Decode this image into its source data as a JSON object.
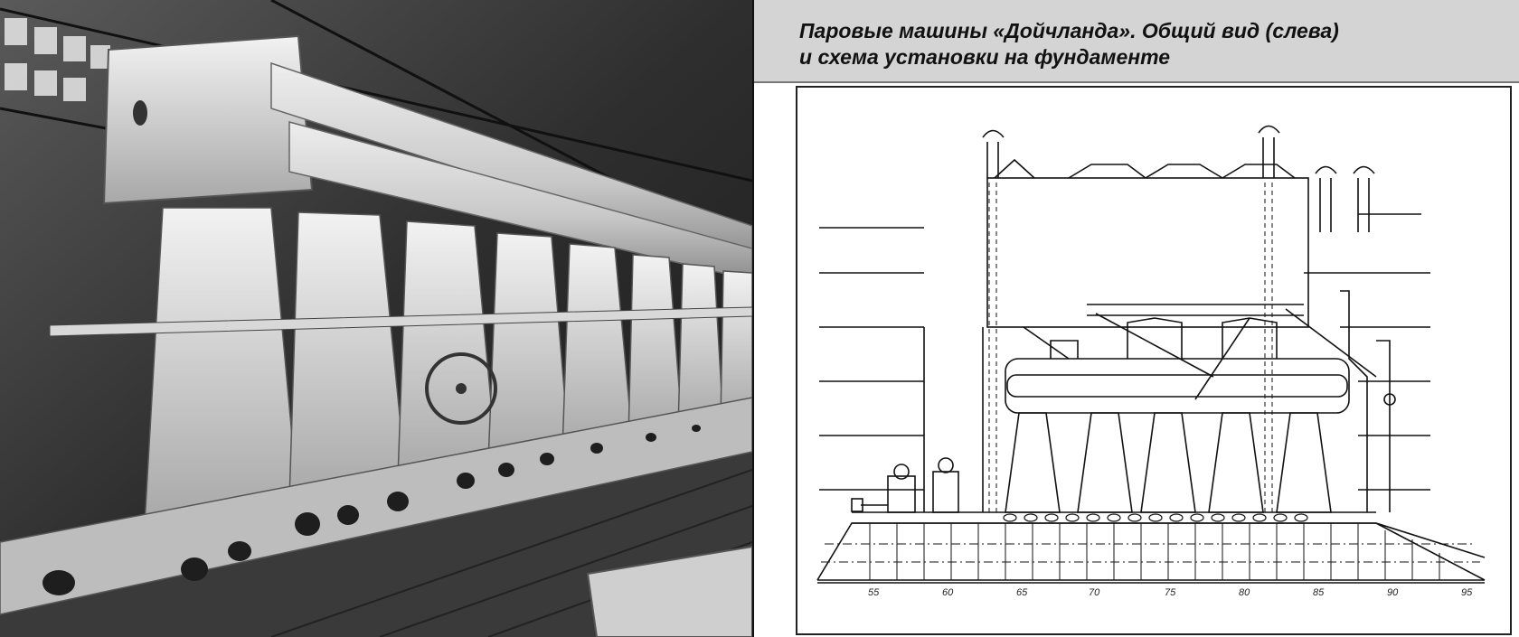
{
  "caption": {
    "line1": "Паровые машины «Дойчланда». Общий вид  (слева)",
    "line2": "и схема установки на фундаменте"
  },
  "scale_ticks": [
    "55",
    "60",
    "65",
    "70",
    "75",
    "80",
    "85",
    "90",
    "95"
  ],
  "colors": {
    "caption_background": "#d4d4d4",
    "photo_background": "#2a2a2a",
    "drawing_line": "#111111"
  }
}
